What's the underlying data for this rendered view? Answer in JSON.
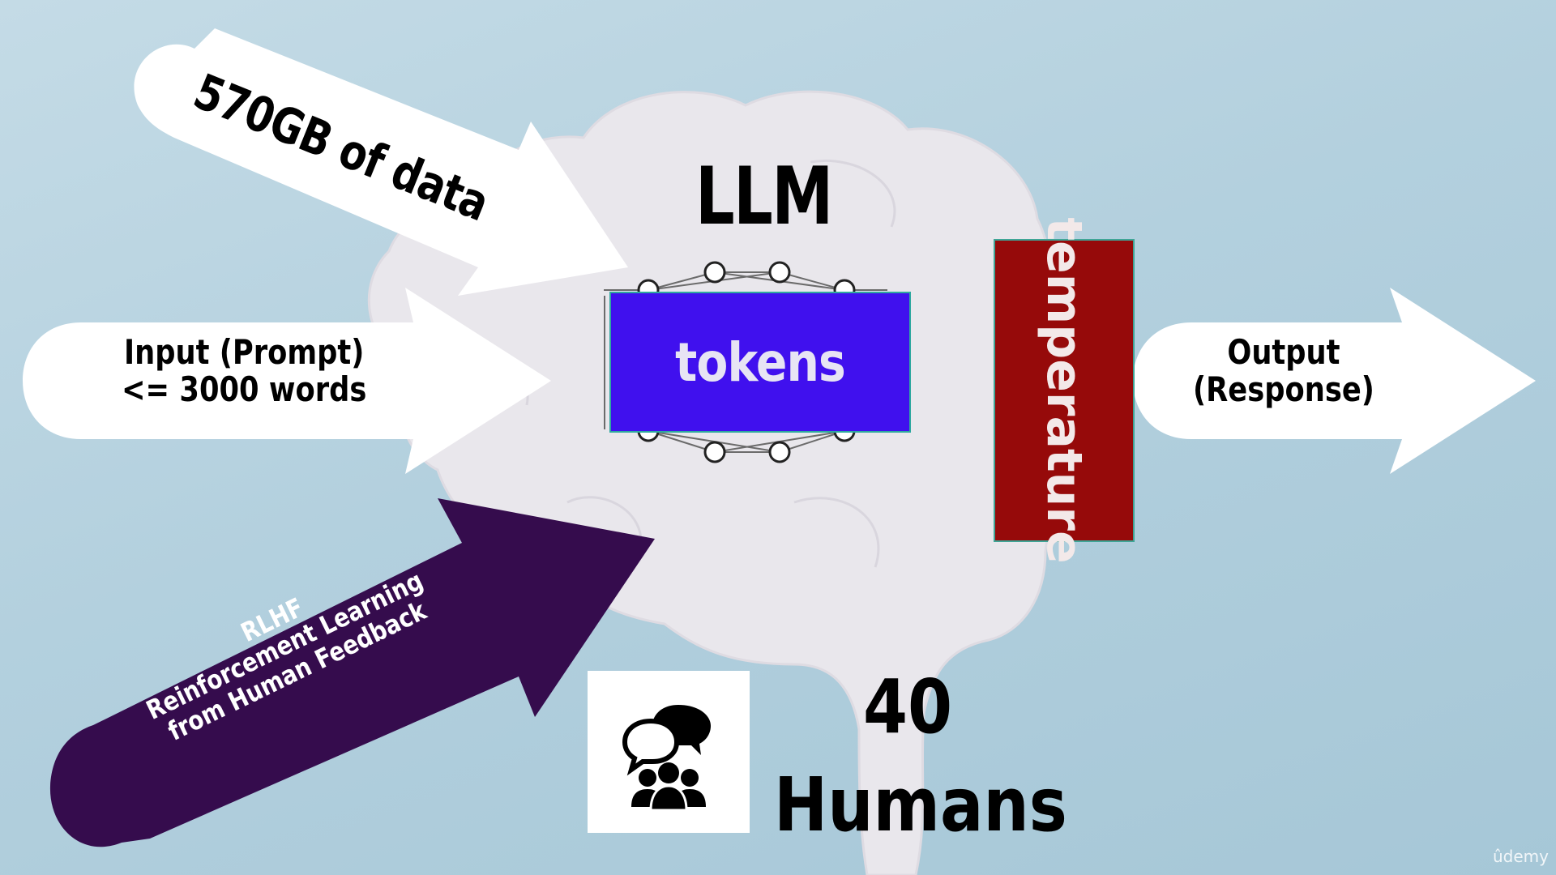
{
  "diagram": {
    "title": "LLM",
    "data_arrow": {
      "text": "570GB of data"
    },
    "input_arrow": {
      "lines": [
        "Input (Prompt)",
        "<= 3000 words"
      ]
    },
    "rlhf_arrow": {
      "lines": [
        "RLHF",
        "Reinforcement Learning",
        "from Human Feedback"
      ]
    },
    "tokens_box": {
      "label": "tokens",
      "color": "#4010ee"
    },
    "temperature_box": {
      "label": "temperature",
      "color": "#960a0a"
    },
    "output_arrow": {
      "lines": [
        "Output",
        "(Response)"
      ]
    },
    "humans": {
      "count": "40",
      "label": "Humans",
      "icon": "group-chat-icon"
    },
    "arrow_colors": {
      "white": "#ffffff",
      "rlhf": "#350c4d"
    }
  },
  "watermark": "ûdemy"
}
